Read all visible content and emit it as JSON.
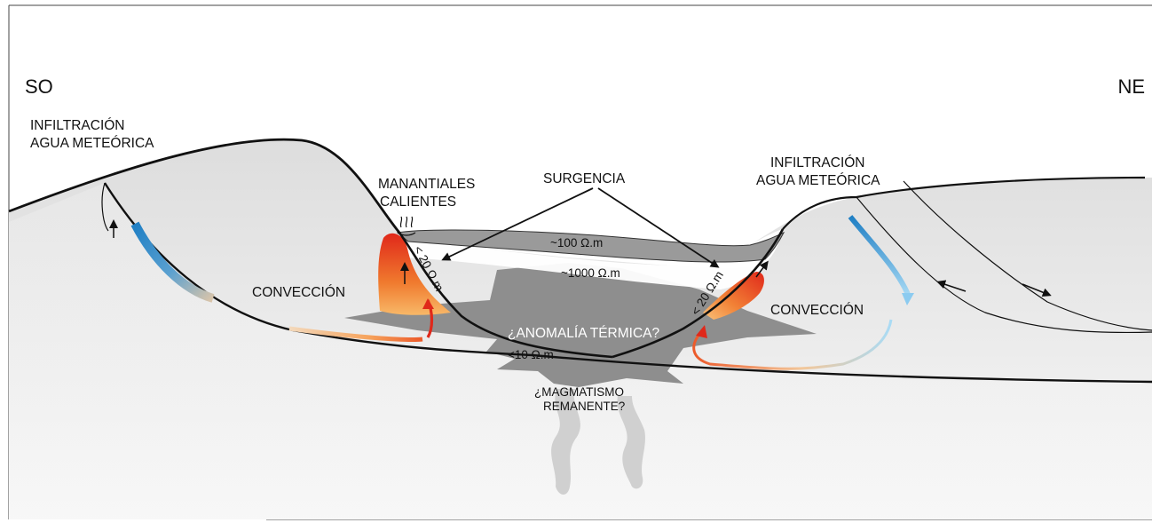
{
  "orientation": {
    "left": "SO",
    "right": "NE"
  },
  "labels": {
    "infiltration_left": [
      "INFILTRACIÓN",
      "AGUA METEÓRICA"
    ],
    "infiltration_right": [
      "INFILTRACIÓN",
      "AGUA METEÓRICA"
    ],
    "hot_springs": [
      "MANANTIALES",
      "CALIENTES"
    ],
    "upwelling": "SURGENCIA",
    "convection_left": "CONVECCIÓN",
    "convection_right": "CONVECCIÓN",
    "thermal_anomaly": "¿ANOMALÍA TÉRMICA?",
    "magmatism": [
      "¿MAGMATISMO",
      "REMANENTE?"
    ]
  },
  "resistivity": {
    "top_layer": "~100 Ω.m",
    "middle_body": "~1000 Ω.m",
    "deep_body": "<10 Ω.m",
    "left_zone": "< 20 Ω.m",
    "right_zone": "< 20 Ω.m"
  },
  "icons": {
    "hot_spring": "hot-spring-icon"
  },
  "colors": {
    "cold_water": "#1f7fc4",
    "cold_water_light": "#8ccbf0",
    "hot_fluid": "#e63a1e",
    "warm_fluid": "#f6a35c",
    "rock_fill": "#e6e6e6",
    "resistive_layer": "#9a9a9a",
    "conductive_body": "#8a8a8a"
  }
}
